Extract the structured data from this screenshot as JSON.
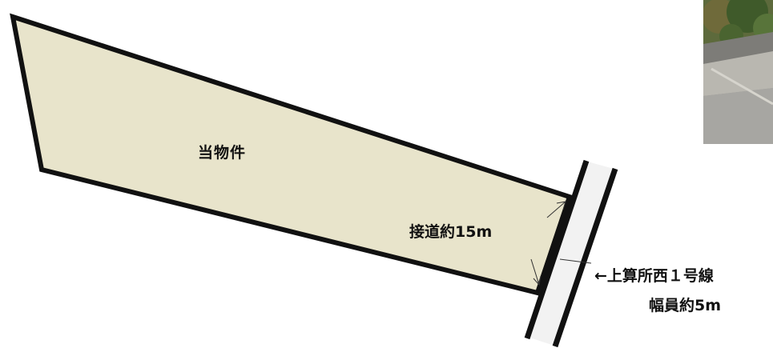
{
  "labels": {
    "property": "当物件",
    "frontage": "接道約15m",
    "road_name": "←上算所西１号線",
    "road_width": "幅員約5m"
  },
  "colors": {
    "lot_fill": "#e8e4cb",
    "road_fill": "#f2f2f2",
    "outline": "#111111"
  }
}
